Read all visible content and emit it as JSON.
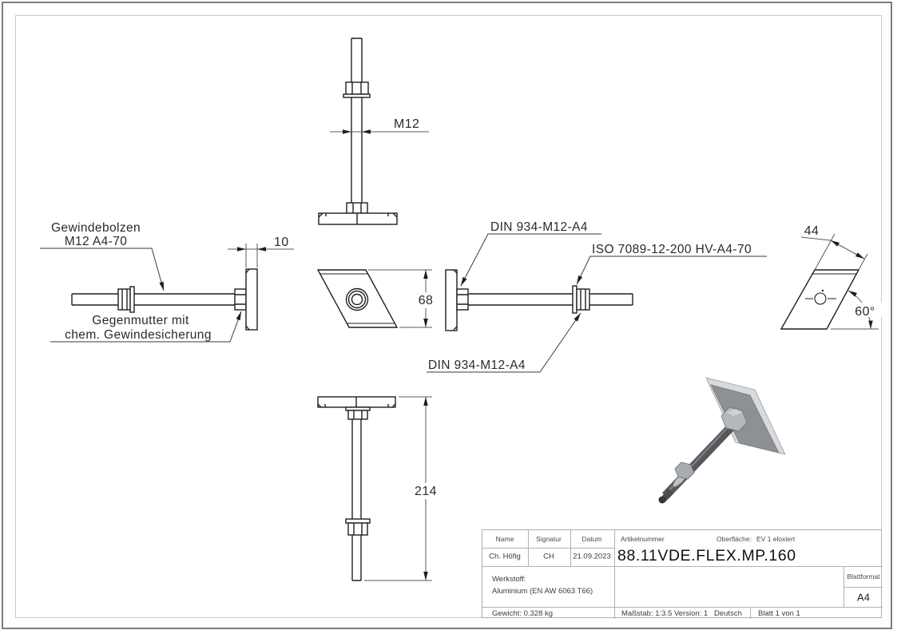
{
  "drawing": {
    "dimensions": {
      "diameter": "M12",
      "plate_thickness": "10",
      "plate_height": "68",
      "overall_length": "214",
      "plate_width": "44",
      "angle": "60°"
    },
    "labels": {
      "stud": [
        "Gewindebolzen",
        "M12 A4-70"
      ],
      "locknut": [
        "Gegenmutter mit",
        "chem. Gewindesicherung"
      ],
      "nut_top": "DIN 934-M12-A4",
      "washer": "ISO 7089-12-200 HV-A4-70",
      "nut_bottom": "DIN 934-M12-A4"
    }
  },
  "title_block": {
    "name_header": "Name",
    "signature_header": "Signatur",
    "date_header": "Datum",
    "name": "Ch. Höfig",
    "signature": "CH",
    "date": "21.09.2023",
    "article_number_label": "Artikelnummer",
    "article_number": "88.11VDE.FLEX.MP.160",
    "surface_label": "Oberfläche:",
    "surface": "EV 1 eloxiert",
    "material_label": "Werkstoff:",
    "material": "Aluminium (EN AW 6063 T66)",
    "weight": "Gewicht: 0.328 kg",
    "scale": "Maßstab: 1:3.5",
    "version": "Version: 1",
    "language": "Deutsch",
    "sheet": "Blatt 1 von 1",
    "sheet_format_label": "Blattformat",
    "sheet_format": "A4"
  },
  "colors": {
    "object_line": "#1f1f1f",
    "dimension_line": "#5a5a5a",
    "frame": "#c9c9c9",
    "outer_border": "#7d7d7d",
    "iso_plate_face": "#8d9195",
    "iso_bevel": "#d8dadb",
    "iso_bolt": "#54585c"
  }
}
